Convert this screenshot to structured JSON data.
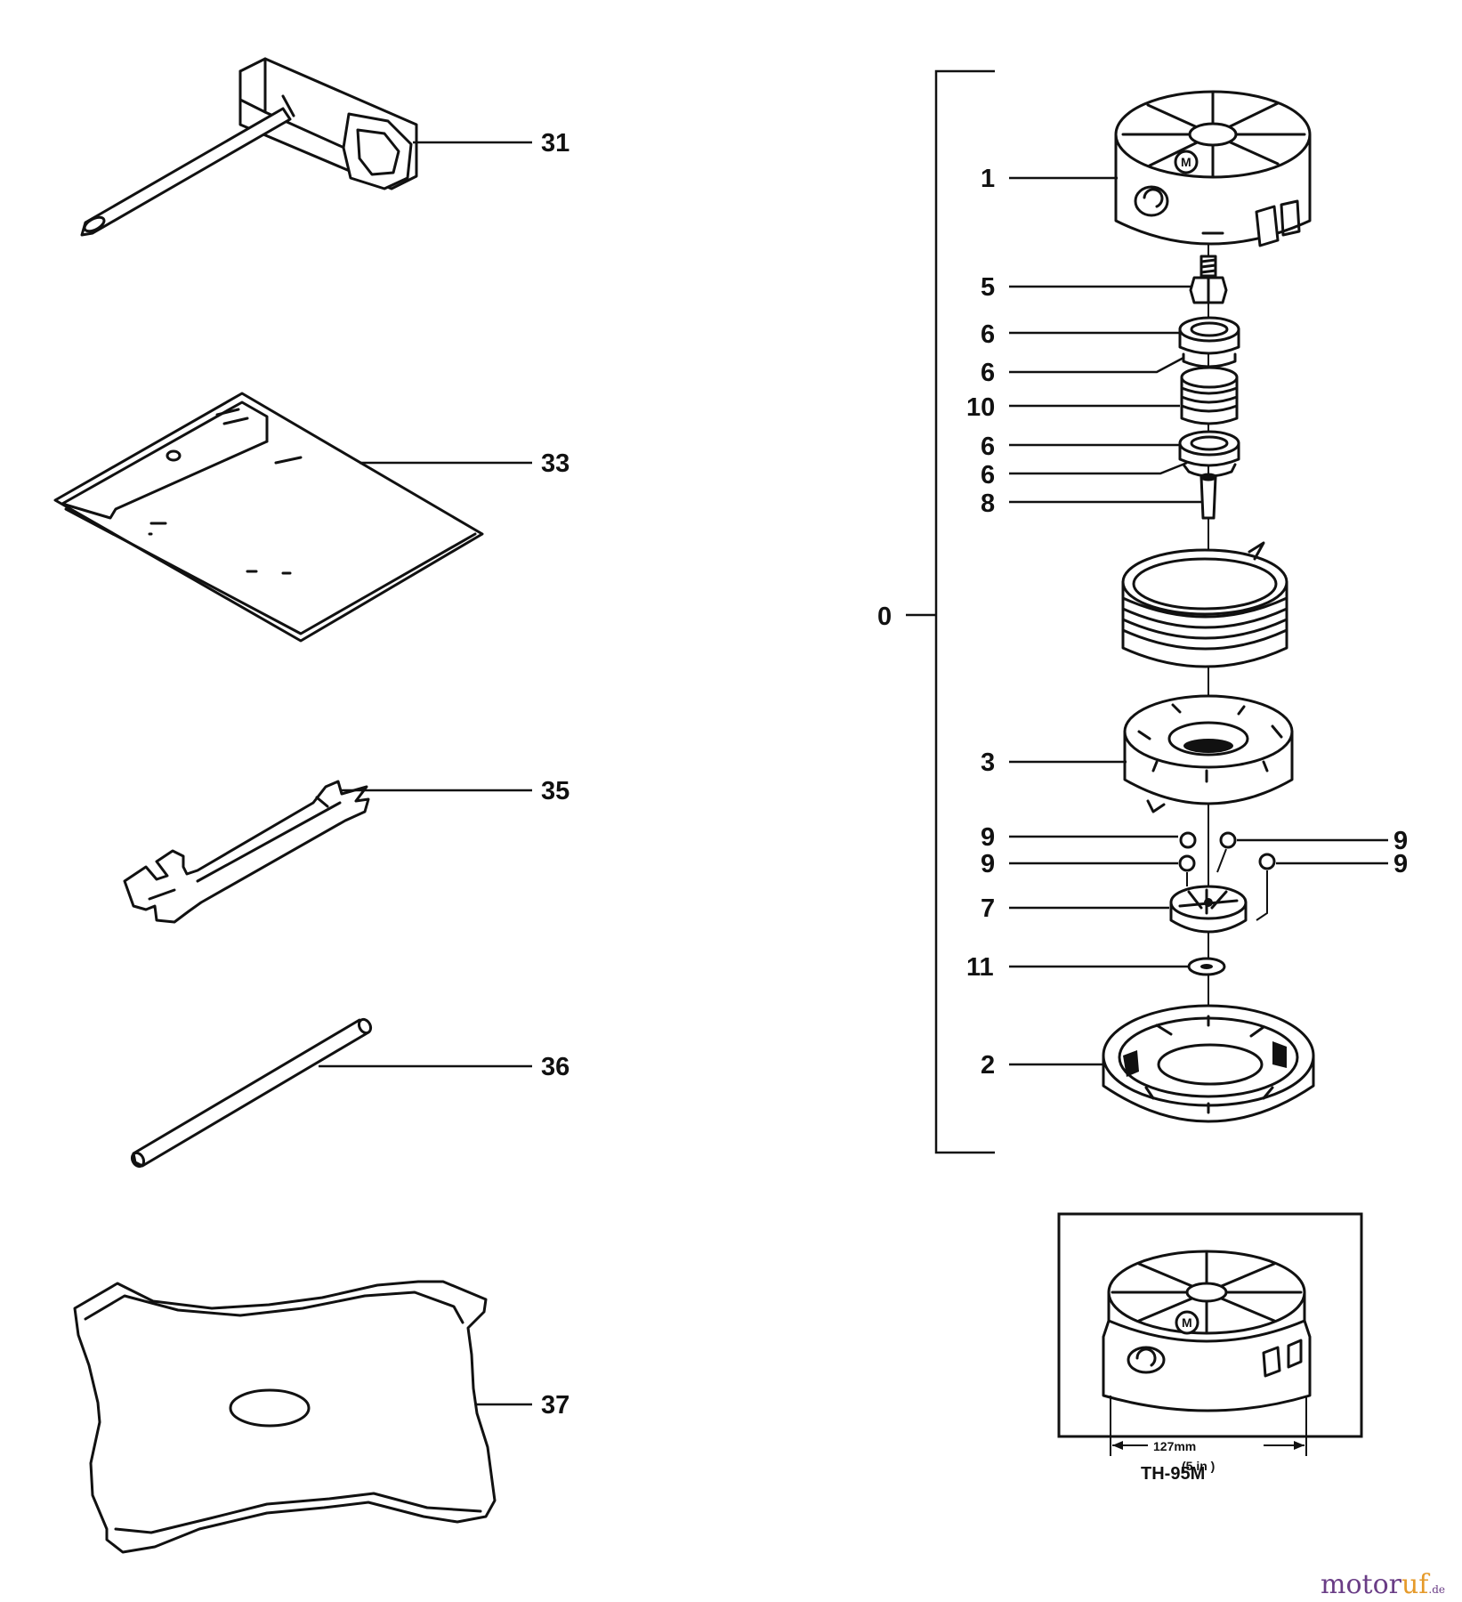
{
  "callouts": {
    "p31": "31",
    "p33": "33",
    "p35": "35",
    "p36": "36",
    "p37": "37",
    "p0": "0",
    "p1": "1",
    "p2": "2",
    "p3": "3",
    "p5": "5",
    "p6a": "6",
    "p6b": "6",
    "p6c": "6",
    "p6d": "6",
    "p7": "7",
    "p8": "8",
    "p9a": "9",
    "p9b": "9",
    "p9c": "9",
    "p9d": "9",
    "p10": "10",
    "p11": "11"
  },
  "inset": {
    "dimension_mm": "127mm",
    "dimension_in": "(5 in )",
    "model": "TH-95M"
  },
  "watermark": {
    "brand_a": "motor",
    "brand_b": "uf",
    "suffix": ".de"
  }
}
